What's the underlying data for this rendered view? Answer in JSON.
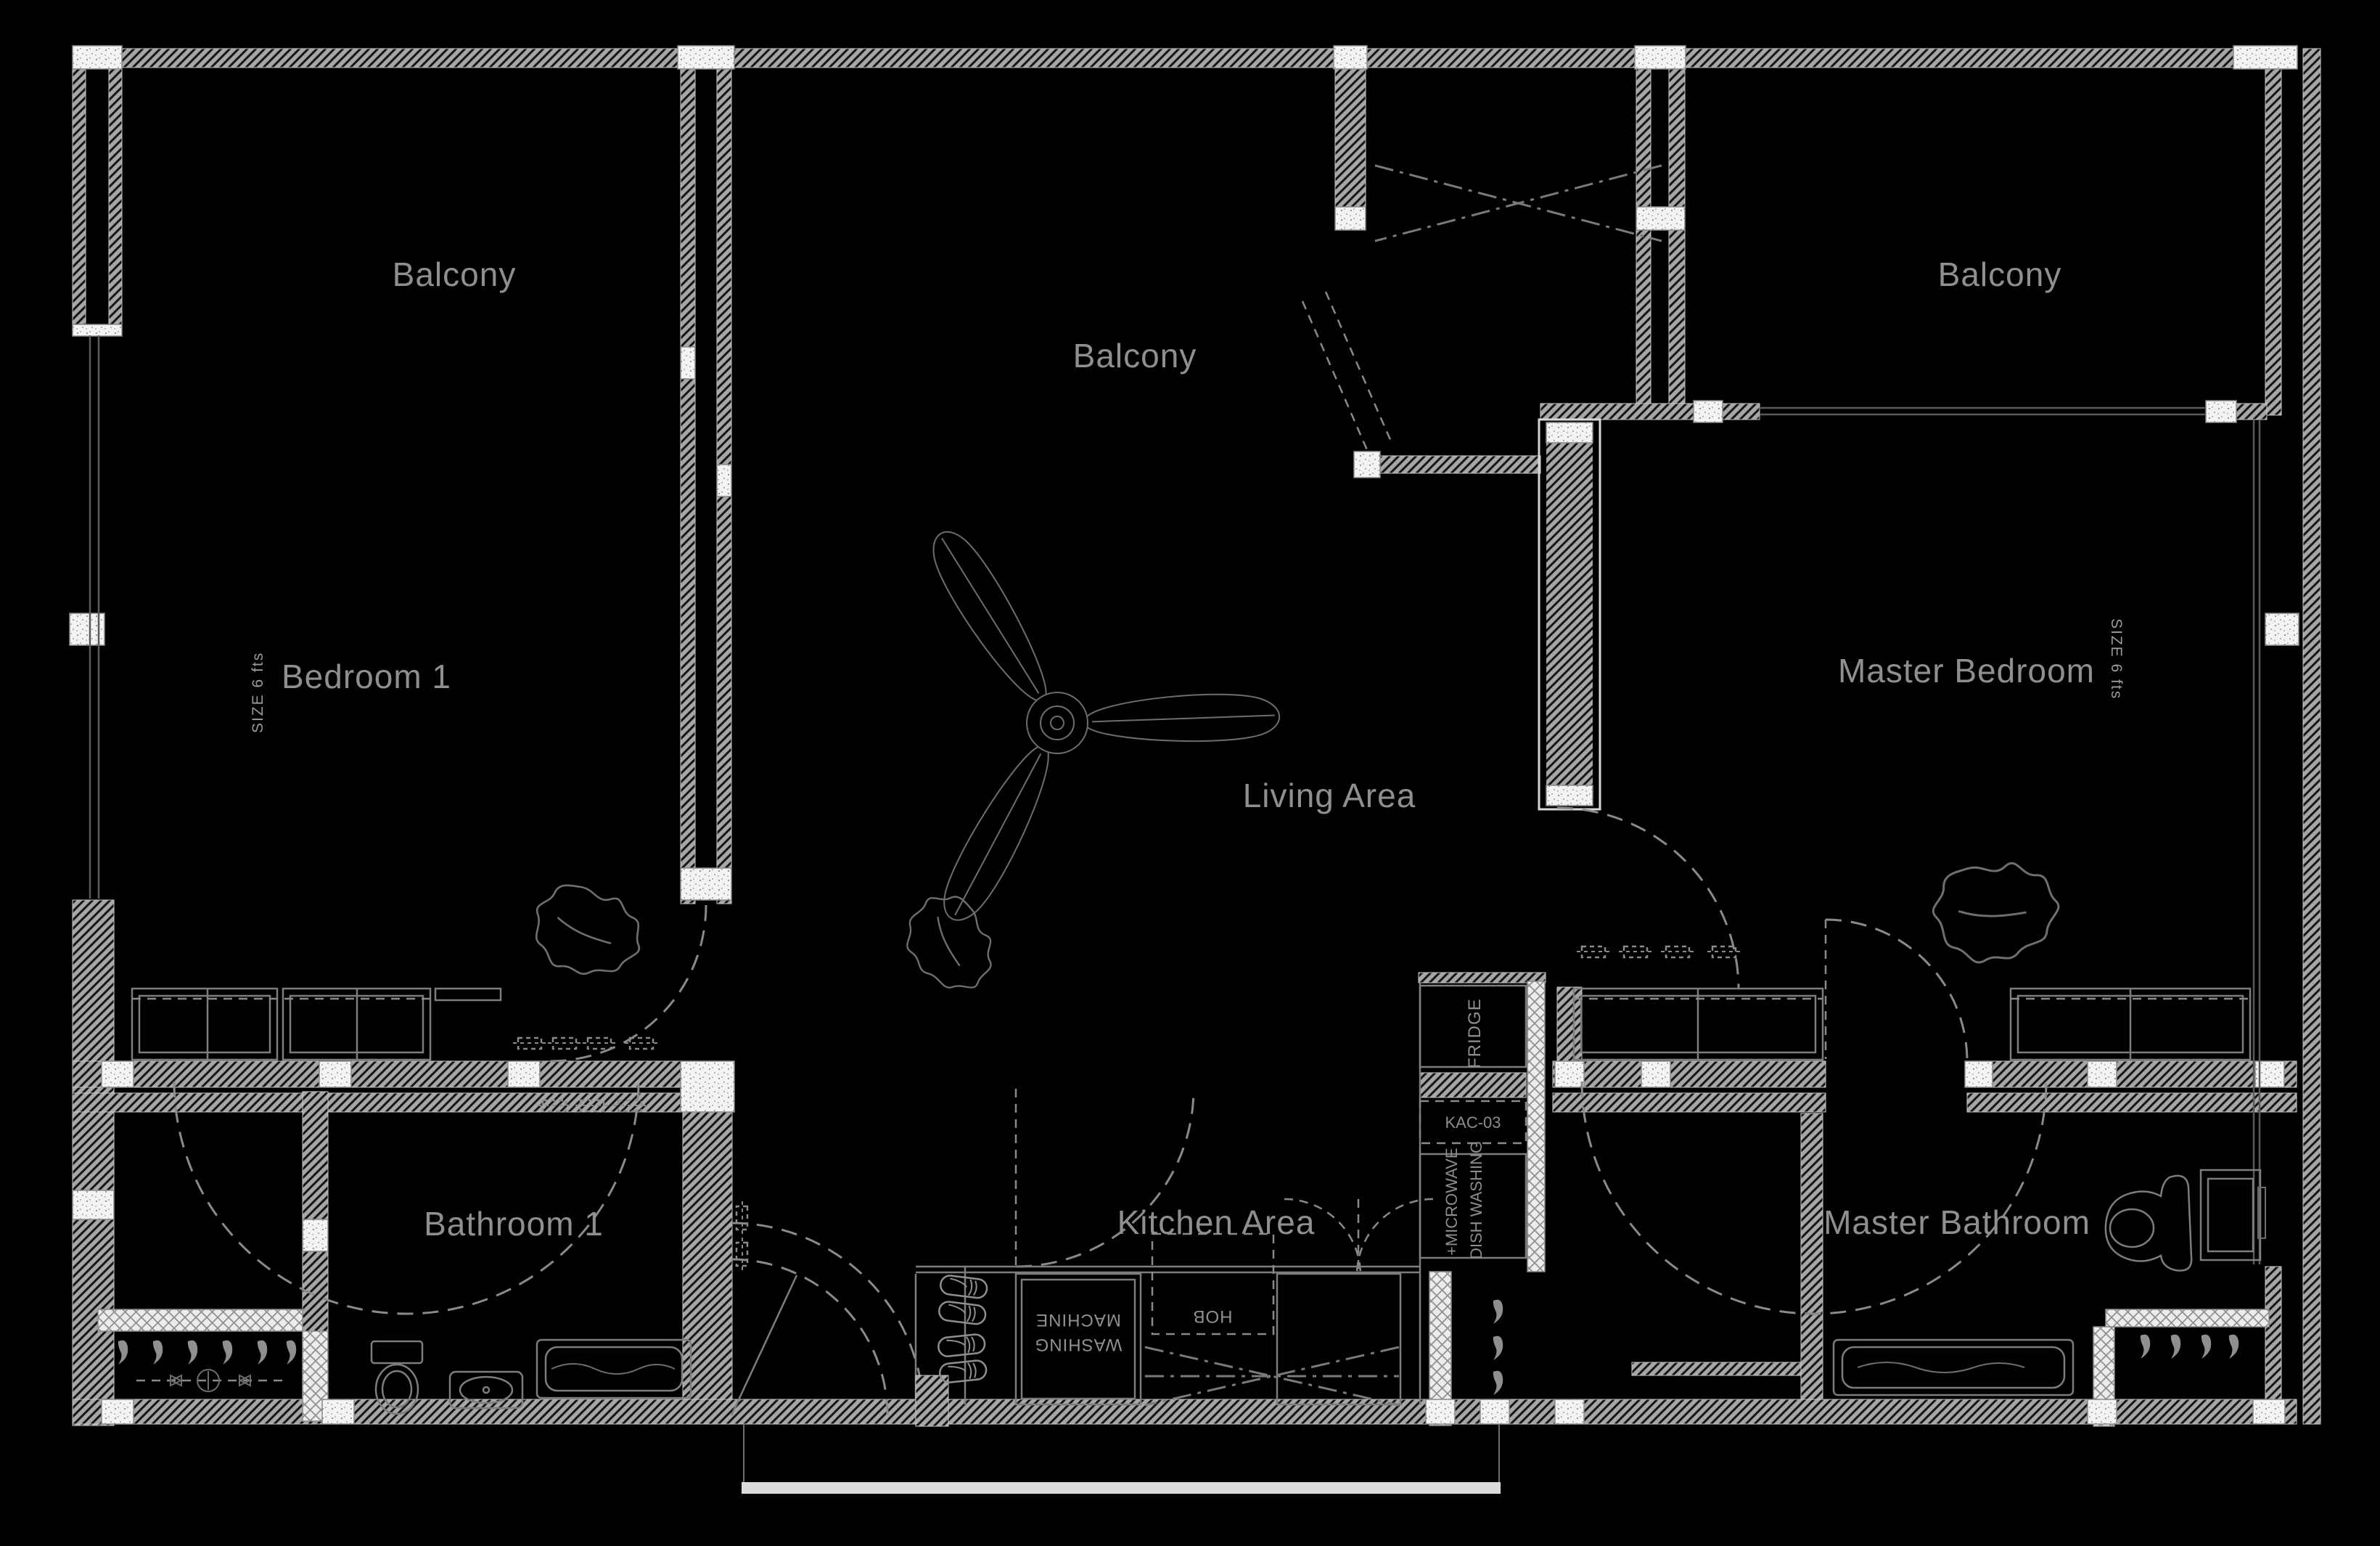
{
  "document": {
    "type": "apartment-floor-plan",
    "style": "dark CAD drawing, white linework on black"
  },
  "rooms": {
    "balcony_left": {
      "label": "Balcony"
    },
    "balcony_middle": {
      "label": "Balcony"
    },
    "balcony_right": {
      "label": "Balcony"
    },
    "bedroom1": {
      "label": "Bedroom 1",
      "size_note": "SIZE 6 fts"
    },
    "master_bedroom": {
      "label": "Master Bedroom",
      "size_note": "SIZE 6 fts"
    },
    "living": {
      "label": "Living Area"
    },
    "bathroom1": {
      "label": "Bathroom 1"
    },
    "kitchen": {
      "label": "Kitchen Area"
    },
    "master_bathroom": {
      "label": "Master Bathroom"
    }
  },
  "appliances": {
    "fridge": "FRIDGE",
    "kac_unit": "KAC-03",
    "microwave": "+MICROWAVE",
    "dishwashing": "DISH WASHING",
    "washing_machine_line1": "WASHING",
    "washing_machine_line2": "MACHINE",
    "hob": "HOB"
  },
  "colors": {
    "background": "#000000",
    "wall_fill": "#a6a6a6",
    "wall_hatch_line": "#161616",
    "column_fill": "#f3f3f3",
    "partition_fill": "#ececec",
    "label_text": "#8f8f8f",
    "furniture_line": "#7d7d7d",
    "door_dash": "#8a8a8a"
  }
}
